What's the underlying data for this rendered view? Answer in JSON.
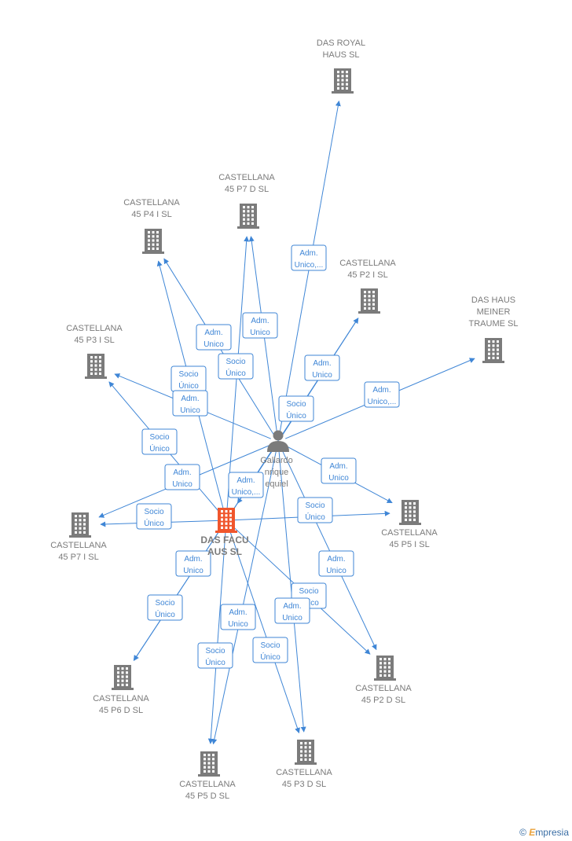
{
  "colors": {
    "edge": "#3f86d6",
    "company": "#7b7b7b",
    "main_company": "#f0562d",
    "person": "#7b7b7b"
  },
  "nodes": [
    {
      "id": "royal",
      "type": "company",
      "lines": [
        "DAS ROYAL",
        "HAUS  SL"
      ]
    },
    {
      "id": "p7d",
      "type": "company",
      "lines": [
        "CASTELLANA",
        "45 P7 D  SL"
      ]
    },
    {
      "id": "p4i",
      "type": "company",
      "lines": [
        "CASTELLANA",
        "45 P4 I  SL"
      ]
    },
    {
      "id": "p2i",
      "type": "company",
      "lines": [
        "CASTELLANA",
        "45 P2 I  SL"
      ]
    },
    {
      "id": "meiner",
      "type": "company",
      "lines": [
        "DAS HAUS",
        "MEINER",
        "TRAUME  SL"
      ]
    },
    {
      "id": "p3i",
      "type": "company",
      "lines": [
        "CASTELLANA",
        "45 P3 I  SL"
      ]
    },
    {
      "id": "person",
      "type": "person",
      "lines": [
        "Gallardo",
        "nrique",
        "equiel"
      ]
    },
    {
      "id": "main",
      "type": "main",
      "lines": [
        "DAS FACU",
        "AUS  SL"
      ]
    },
    {
      "id": "p7i",
      "type": "company",
      "lines": [
        "CASTELLANA",
        "45 P7 I  SL"
      ]
    },
    {
      "id": "p5i",
      "type": "company",
      "lines": [
        "CASTELLANA",
        "45 P5 I  SL"
      ]
    },
    {
      "id": "p6d",
      "type": "company",
      "lines": [
        "CASTELLANA",
        "45 P6 D  SL"
      ]
    },
    {
      "id": "p2d",
      "type": "company",
      "lines": [
        "CASTELLANA",
        "45 P2 D  SL"
      ]
    },
    {
      "id": "p5d",
      "type": "company",
      "lines": [
        "CASTELLANA",
        "45 P5 D  SL"
      ]
    },
    {
      "id": "p3d",
      "type": "company",
      "lines": [
        "CASTELLANA",
        "45 P3 D  SL"
      ]
    }
  ],
  "edges": [
    {
      "from": "person",
      "to": "royal",
      "label": [
        "Adm.",
        "Unico,..."
      ]
    },
    {
      "from": "person",
      "to": "p7d",
      "label": [
        "Adm.",
        "Unico"
      ]
    },
    {
      "from": "main",
      "to": "p7d",
      "label": [
        "Socio",
        "Único"
      ]
    },
    {
      "from": "person",
      "to": "p4i",
      "label": [
        "Adm.",
        "Unico"
      ]
    },
    {
      "from": "main",
      "to": "p4i",
      "label": [
        "Socio",
        "Único"
      ]
    },
    {
      "from": "person",
      "to": "p2i",
      "label": [
        "Adm.",
        "Unico"
      ]
    },
    {
      "from": "main",
      "to": "p2i",
      "label": [
        "Socio",
        "Único"
      ]
    },
    {
      "from": "person",
      "to": "meiner",
      "label": [
        "Adm.",
        "Unico,..."
      ]
    },
    {
      "from": "person",
      "to": "p3i",
      "label": [
        "Adm.",
        "Unico"
      ]
    },
    {
      "from": "main",
      "to": "p3i",
      "label": [
        "Socio",
        "Único"
      ]
    },
    {
      "from": "person",
      "to": "p7i",
      "label": [
        "Adm.",
        "Unico"
      ]
    },
    {
      "from": "main",
      "to": "p7i",
      "label": [
        "Socio",
        "Único"
      ]
    },
    {
      "from": "person",
      "to": "main",
      "label": [
        "Adm.",
        "Unico,..."
      ]
    },
    {
      "from": "person",
      "to": "p5i",
      "label": [
        "Adm.",
        "Unico"
      ]
    },
    {
      "from": "main",
      "to": "p5i",
      "label": [
        "Socio",
        "Único"
      ]
    },
    {
      "from": "person",
      "to": "p2d",
      "label": [
        "Adm.",
        "Unico"
      ]
    },
    {
      "from": "main",
      "to": "p2d",
      "label": [
        "Socio",
        "Único"
      ]
    },
    {
      "from": "person",
      "to": "p6d",
      "label": [
        "Adm.",
        "Unico"
      ]
    },
    {
      "from": "main",
      "to": "p6d",
      "label": [
        "Socio",
        "Único"
      ]
    },
    {
      "from": "person",
      "to": "p5d",
      "label": [
        "Adm.",
        "Unico"
      ]
    },
    {
      "from": "main",
      "to": "p5d",
      "label": [
        "Socio",
        "Único"
      ]
    },
    {
      "from": "person",
      "to": "p3d",
      "label": [
        "Adm.",
        "Unico"
      ]
    },
    {
      "from": "main",
      "to": "p3d",
      "label": [
        "Socio",
        "Único"
      ]
    }
  ],
  "footer": {
    "copyright": "©",
    "brand_initial": "E",
    "brand_rest": "mpresia"
  }
}
